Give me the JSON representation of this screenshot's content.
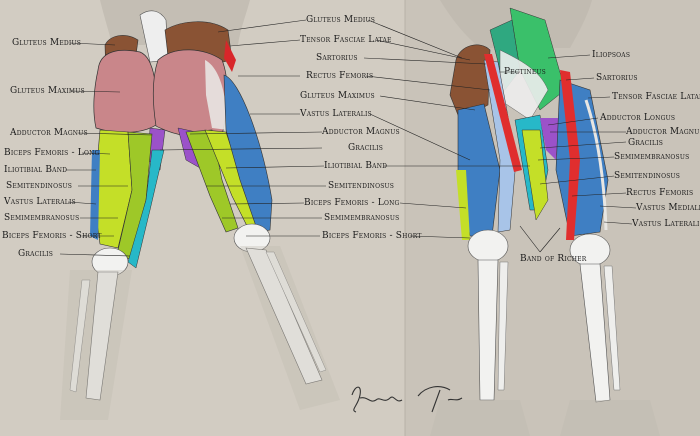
{
  "colors": {
    "background": "#cfc9bf",
    "gluteus_maximus": "#c9868a",
    "gluteus_medius": "#8a5334",
    "biceps_femoris": "#c4df28",
    "semitendinosus": "#9ec828",
    "semimembranosus": "#a8d830",
    "adductor_magnus": "#9b52c9",
    "vastus_lateralis": "#3f7fc3",
    "gracilis": "#27b8c8",
    "sartorius": "#e02e2e",
    "tensor_fasciae_latae": "#d8262a",
    "iliopsoas": "#3ac06a",
    "pectineus": "#2fa880",
    "bone": "#f2f2f0"
  },
  "labels": {
    "left": {
      "gluteus_medius": "Gluteus Medius",
      "gluteus_maximus": "Gluteus Maximus",
      "adductor_magnus": "Adductor Magnus",
      "biceps_femoris_long": "Biceps Femoris - Long",
      "iliotibial_band": "Iliotibial Band",
      "semitendinosus": "Semitendinosus",
      "vastus_lateralis": "Vastus Lateralis",
      "semimembranosus": "Semimembranosus",
      "biceps_femoris_short": "Biceps Femoris - Short",
      "gracilis": "Gracilis"
    },
    "center": {
      "gluteus_medius": "Gluteus Medius",
      "tensor_fasciae_latae": "Tensor Fasciae Latae",
      "sartorius": "Sartorius",
      "rectus_femoris": "Rectus Femoris",
      "gluteus_maximus": "Gluteus Maximus",
      "vastus_lateralis": "Vastus Lateralis",
      "adductor_magnus": "Adductor Magnus",
      "gracilis": "Gracilis",
      "iliotibial_band": "Iliotibial Band",
      "semitendinosus": "Semitendinosus",
      "biceps_femoris_long": "Biceps Femoris - Long",
      "semimembranosus": "Semimembranosus",
      "biceps_femoris_short": "Biceps Femoris - Short",
      "pectineus": "Pectineus"
    },
    "right": {
      "iliopsoas": "Iliopsoas",
      "sartorius": "Sartorius",
      "tensor_fasciae_latae": "Tensor Fasciae Latae",
      "adductor_longus": "Adductor Longus",
      "adductor_magnus": "Adductor Magnus",
      "gracilis": "Gracilis",
      "semimembranosus": "Semimembranosus",
      "semitendinosus": "Semitendinosus",
      "rectus_femoris": "Rectus Femoris",
      "vastus_medialis": "Vastus Medialis",
      "vastus_lateralis": "Vastus Lateralis",
      "band_of_richer": "Band of Richer"
    }
  }
}
